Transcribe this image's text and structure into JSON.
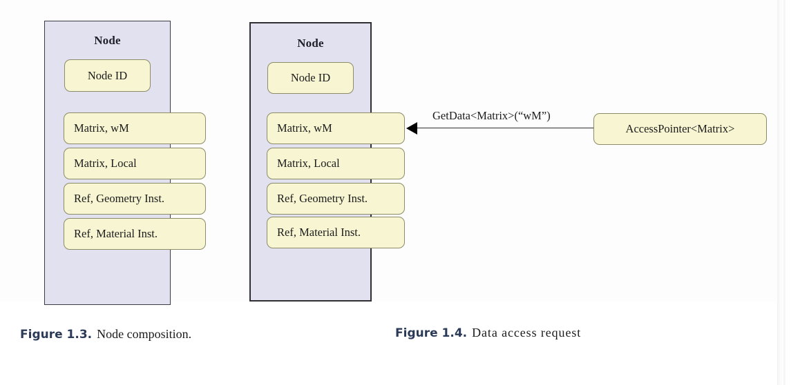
{
  "figures": [
    {
      "id": "figure-1-3",
      "panel_title": "Node",
      "header_slot": "Node ID",
      "slots": [
        "Matrix, wM",
        "Matrix, Local",
        "Ref, Geometry Inst.",
        "Ref, Material Inst."
      ],
      "caption_number": "Figure 1.3.",
      "caption_text": "Node composition."
    },
    {
      "id": "figure-1-4",
      "panel_title": "Node",
      "header_slot": "Node ID",
      "slots": [
        "Matrix, wM",
        "Matrix, Local",
        "Ref, Geometry Inst.",
        "Ref, Material Inst."
      ],
      "caption_number": "Figure 1.4.",
      "caption_text": "Data access request"
    }
  ],
  "request": {
    "arrow_label": "GetData<Matrix>(“wM”)",
    "source_box": "AccessPointer<Matrix>"
  },
  "colors": {
    "panel_fill": "#e2e1ef",
    "panel_border": "#2e2e33",
    "slot_fill": "#f8f6d2",
    "slot_border": "#8b8b68",
    "caption_number": "#2b3a57",
    "text": "#1b1b1b",
    "arrow": "#000000"
  }
}
